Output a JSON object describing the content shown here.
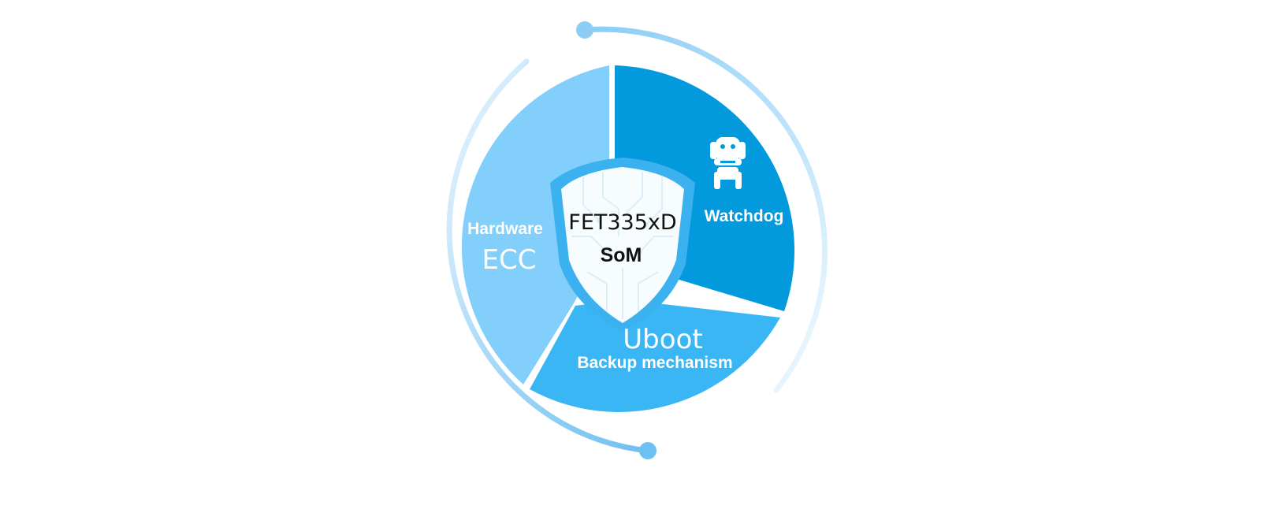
{
  "center": {
    "title": "FET335xD",
    "subtitle": "SoM"
  },
  "segments": {
    "watchdog": {
      "label": "Watchdog",
      "icon": "robot-dog-icon",
      "color": "#0299dd"
    },
    "uboot": {
      "title": "Uboot",
      "subtitle": "Backup mechanism",
      "color": "#3bb6f5"
    },
    "ecc": {
      "title": "Hardware",
      "subtitle": "ECC",
      "color": "#82cffc"
    }
  },
  "colors": {
    "ring": "#9fd4f8",
    "ring_dot": "#6cc1f2",
    "shield_border": "#3bb1f0",
    "shield_fill": "#f7fcff"
  }
}
